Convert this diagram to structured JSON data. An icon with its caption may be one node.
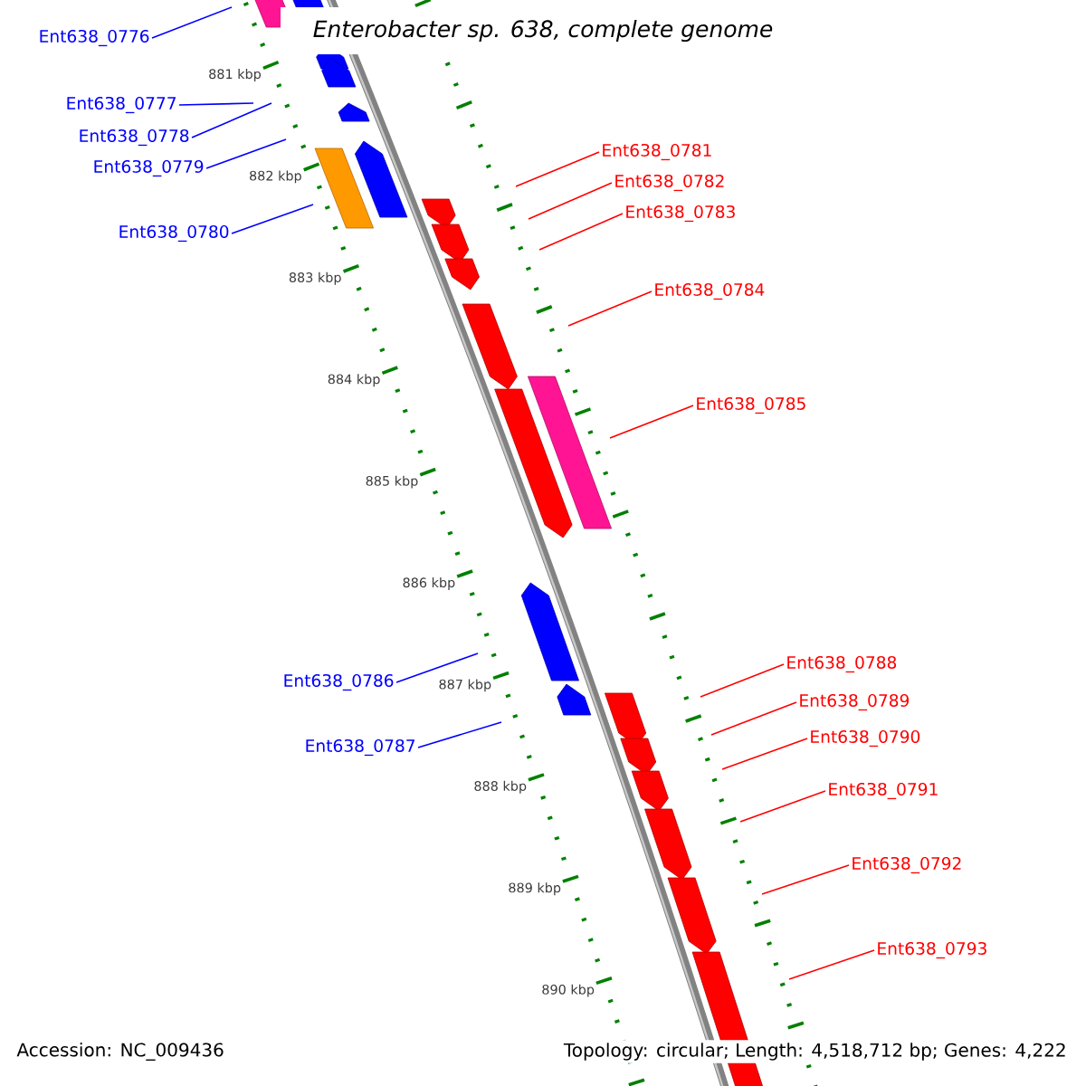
{
  "diagram": {
    "title": "Enterobacter sp. 638, complete genome",
    "nodes": [
      {
        "text": [
          "Ent638_0776"
        ]
      },
      {
        "text": [
          "Ent638_0777"
        ]
      },
      {
        "text": [
          "Ent638_0778"
        ]
      },
      {
        "text": [
          "Ent638_0779"
        ]
      },
      {
        "text": [
          "Ent638_0780"
        ]
      },
      {
        "text": [
          "Ent638_0781"
        ]
      },
      {
        "text": [
          "Ent638_0782"
        ]
      },
      {
        "text": [
          "Ent638_0783"
        ]
      },
      {
        "text": [
          "Ent638_0784"
        ]
      },
      {
        "text": [
          "Ent638_0785"
        ]
      },
      {
        "text": [
          "Ent638_0786"
        ]
      },
      {
        "text": [
          "Ent638_0787"
        ]
      },
      {
        "text": [
          "Ent638_0788"
        ]
      },
      {
        "text": [
          "Ent638_0789"
        ]
      },
      {
        "text": [
          "Ent638_0790"
        ]
      },
      {
        "text": [
          "Ent638_0791"
        ]
      },
      {
        "text": [
          "Ent638_0792"
        ]
      },
      {
        "text": [
          "Ent638_0793"
        ]
      }
    ],
    "edges": [
      {
        "from": 0,
        "to": null,
        "arrow": "none",
        "color": "#0000ff"
      },
      {
        "from": 1,
        "to": null,
        "arrow": "none",
        "color": "#0000ff"
      },
      {
        "from": 2,
        "to": null,
        "arrow": "none",
        "color": "#0000ff"
      },
      {
        "from": 3,
        "to": null,
        "arrow": "none",
        "color": "#0000ff"
      },
      {
        "from": 4,
        "to": null,
        "arrow": "none",
        "color": "#0000ff"
      },
      {
        "from": 5,
        "to": null,
        "arrow": "none"
      },
      {
        "from": 6,
        "to": null,
        "arrow": "none"
      },
      {
        "from": 7,
        "to": null,
        "arrow": "none"
      },
      {
        "from": 8,
        "to": null,
        "arrow": "none"
      },
      {
        "from": 9,
        "to": null,
        "arrow": "none"
      },
      {
        "from": 10,
        "to": null,
        "arrow": "none",
        "color": "#0000ff"
      },
      {
        "from": 11,
        "to": null,
        "arrow": "none",
        "color": "#0000ff"
      },
      {
        "from": 12,
        "to": null,
        "arrow": "none"
      },
      {
        "from": 13,
        "to": null,
        "arrow": "none"
      },
      {
        "from": 14,
        "to": null,
        "arrow": "none"
      },
      {
        "from": 15,
        "to": null,
        "arrow": "none"
      },
      {
        "from": 16,
        "to": null,
        "arrow": "none"
      },
      {
        "from": 17,
        "to": null,
        "arrow": "none"
      }
    ],
    "labels": [
      "881 kbp",
      "882 kbp",
      "883 kbp",
      "884 kbp",
      "885 kbp",
      "886 kbp",
      "887 kbp",
      "888 kbp",
      "889 kbp",
      "890 kbp",
      "Accession: NC_009436",
      "Topology: circular; Length: 4,518,712 bp; Genes: 4,222"
    ]
  }
}
